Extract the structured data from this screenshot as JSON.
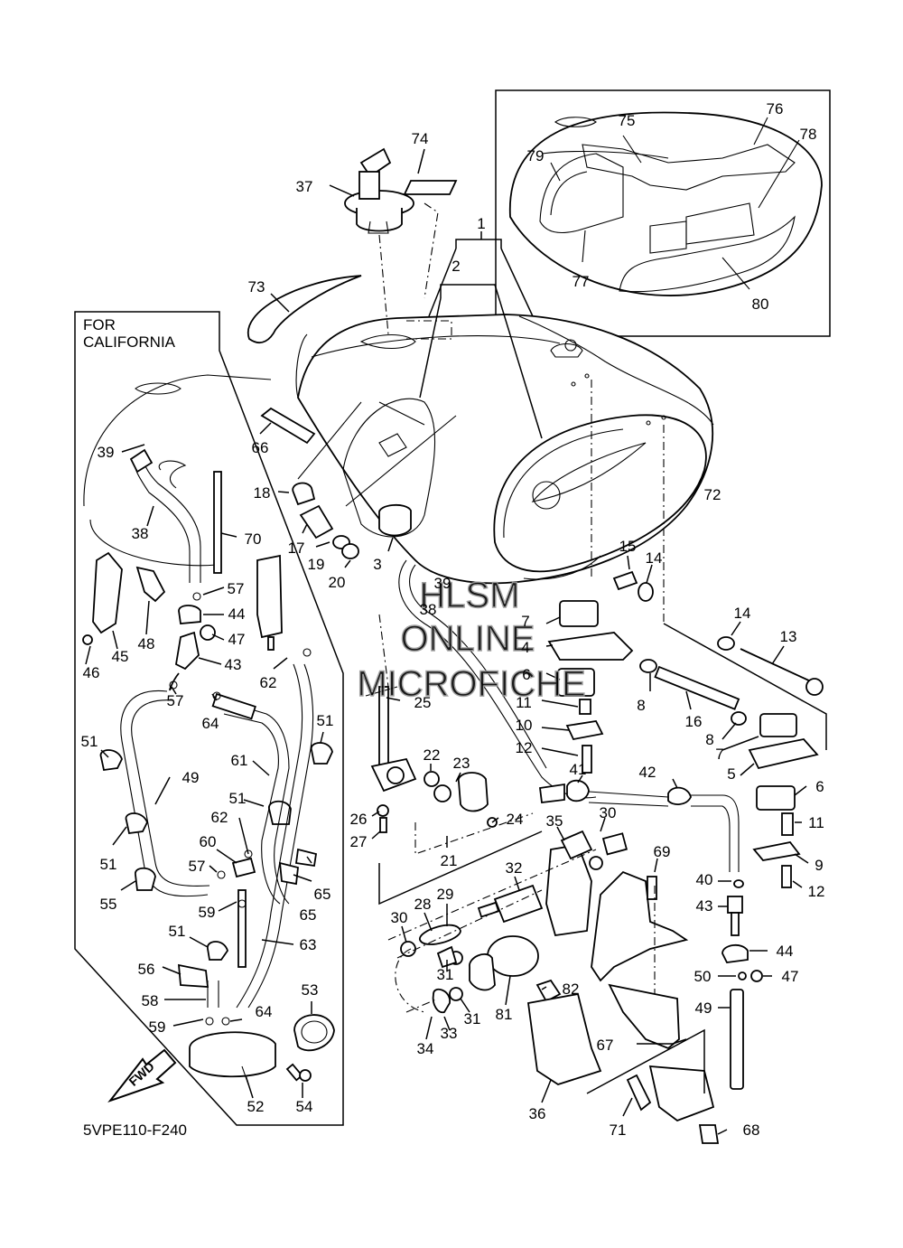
{
  "california_box": {
    "line1": "FOR",
    "line2": "CALIFORNIA"
  },
  "diagram_code": "5VPE110-F240",
  "fwd_label": "FWD",
  "watermark": {
    "line1": "HLSM",
    "line2": "ONLINE",
    "line3": "MICROFICHE"
  },
  "callouts": [
    "1",
    "2",
    "3",
    "4",
    "5",
    "6",
    "6",
    "7",
    "7",
    "8",
    "8",
    "9",
    "10",
    "11",
    "11",
    "12",
    "12",
    "13",
    "14",
    "14",
    "15",
    "16",
    "17",
    "18",
    "19",
    "20",
    "21",
    "22",
    "23",
    "24",
    "25",
    "26",
    "27",
    "28",
    "29",
    "30",
    "30",
    "31",
    "31",
    "32",
    "33",
    "34",
    "35",
    "36",
    "37",
    "38",
    "38",
    "39",
    "39",
    "40",
    "41",
    "42",
    "43",
    "43",
    "44",
    "44",
    "45",
    "46",
    "47",
    "47",
    "48",
    "49",
    "49",
    "50",
    "51",
    "51",
    "51",
    "51",
    "51",
    "52",
    "53",
    "54",
    "55",
    "56",
    "57",
    "57",
    "57",
    "58",
    "59",
    "59",
    "60",
    "61",
    "62",
    "62",
    "63",
    "64",
    "64",
    "65",
    "65",
    "66",
    "67",
    "68",
    "69",
    "70",
    "71",
    "72",
    "73",
    "74",
    "75",
    "76",
    "77",
    "78",
    "79",
    "80",
    "81",
    "82"
  ]
}
